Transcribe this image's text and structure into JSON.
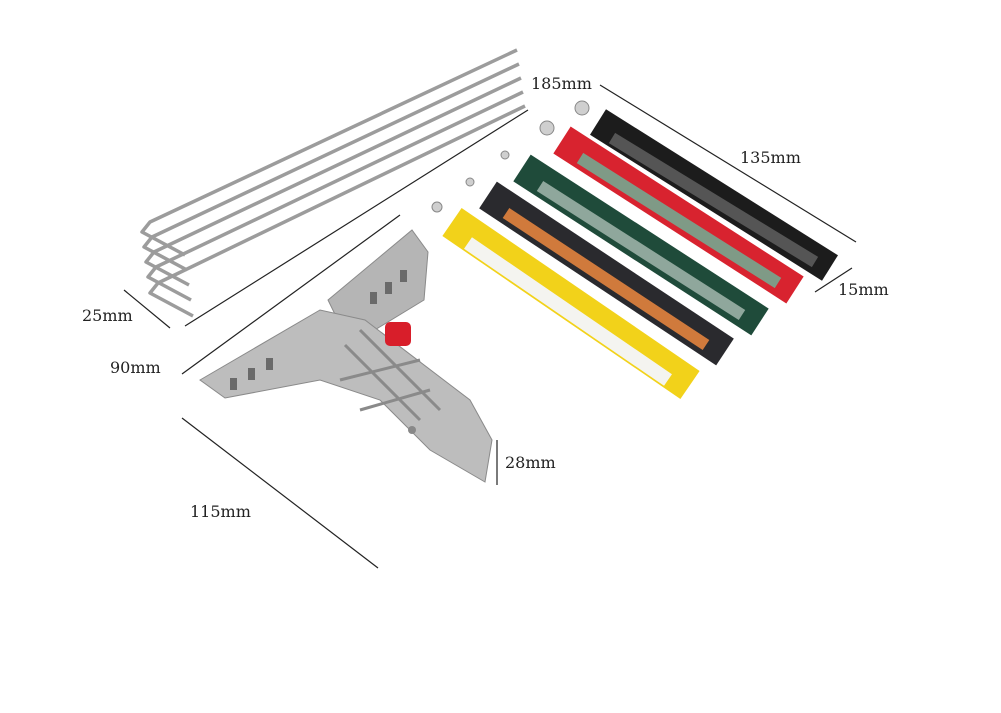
{
  "dimensions": {
    "rod_length": "185mm",
    "stone_length": "135mm",
    "stone_thickness": "15mm",
    "rod_hook": "25mm",
    "guide_height": "90mm",
    "guide_width": "28mm",
    "guide_length": "115mm"
  },
  "colors": {
    "stones": [
      "#f2d21a",
      "#2a2a2e",
      "#1f4b3a",
      "#d8232f",
      "#1c1c1c"
    ],
    "stone_surfaces": [
      "#f4f4f0",
      "#d07a3c",
      "#8fa79c",
      "#7f9a86",
      "#555555"
    ],
    "knob": "#d81e2a",
    "metal": "#b5b5b5"
  }
}
